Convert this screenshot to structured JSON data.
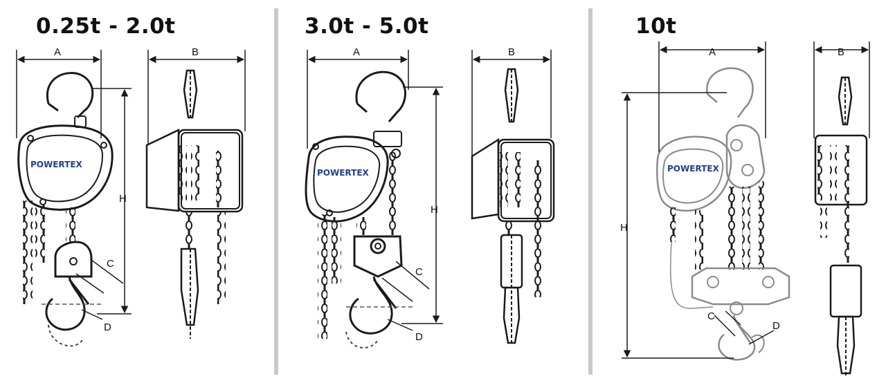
{
  "sections": [
    {
      "id": "small",
      "title": "0.25t - 2.0t",
      "dims": {
        "a": "A",
        "b": "B",
        "h": "H",
        "c": "C",
        "d": "D"
      },
      "brand": {
        "main": "POWERTEX"
      }
    },
    {
      "id": "medium",
      "title": "3.0t - 5.0t",
      "dims": {
        "a": "A",
        "b": "B",
        "h": "H",
        "c": "C",
        "d": "D"
      },
      "brand": {
        "main": "POWERTEX"
      }
    },
    {
      "id": "large",
      "title": "10t",
      "dims": {
        "a": "A",
        "b": "B",
        "h": "H",
        "c": "C",
        "d": "D"
      },
      "brand": {
        "main": "POWERTEX"
      }
    }
  ],
  "colors": {
    "line": "#1a1a1a",
    "faint_line": "#8a8a8a",
    "separator": "#c9c9c9",
    "brand_blue": "#1f3f8f",
    "brand_red": "#c8102e"
  },
  "icons": [
    "chain-hoist-front-view",
    "chain-hoist-side-view",
    "hook-icon"
  ]
}
